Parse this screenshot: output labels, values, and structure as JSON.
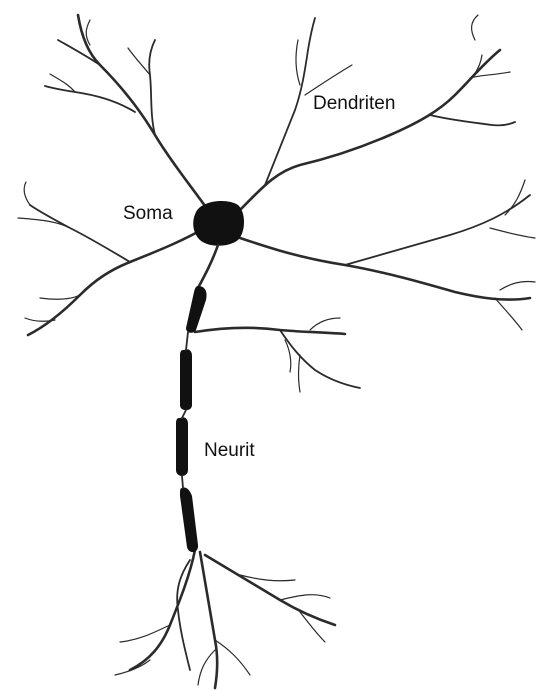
{
  "labels": {
    "soma": "Soma",
    "dendriten": "Dendriten",
    "neurit": "Neurit"
  },
  "colors": {
    "ink": "#111111",
    "background": "#ffffff"
  }
}
